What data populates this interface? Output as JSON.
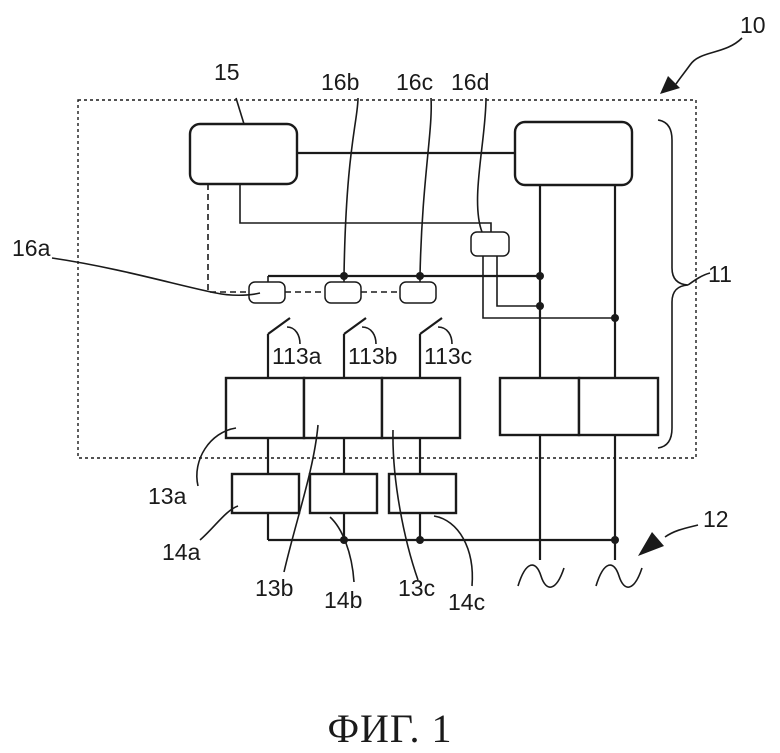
{
  "labels": {
    "device": "10",
    "enclosure": "11",
    "supply": "12",
    "converter_a": "13a",
    "converter_b": "13b",
    "converter_c": "13c",
    "load_a": "14a",
    "load_b": "14b",
    "load_c": "14c",
    "controller": "15",
    "sensor_a": "16a",
    "sensor_b": "16b",
    "sensor_c": "16c",
    "sensor_d": "16d",
    "switch_a": "113a",
    "switch_b": "113b",
    "switch_c": "113c"
  },
  "caption": "ФИГ. 1"
}
